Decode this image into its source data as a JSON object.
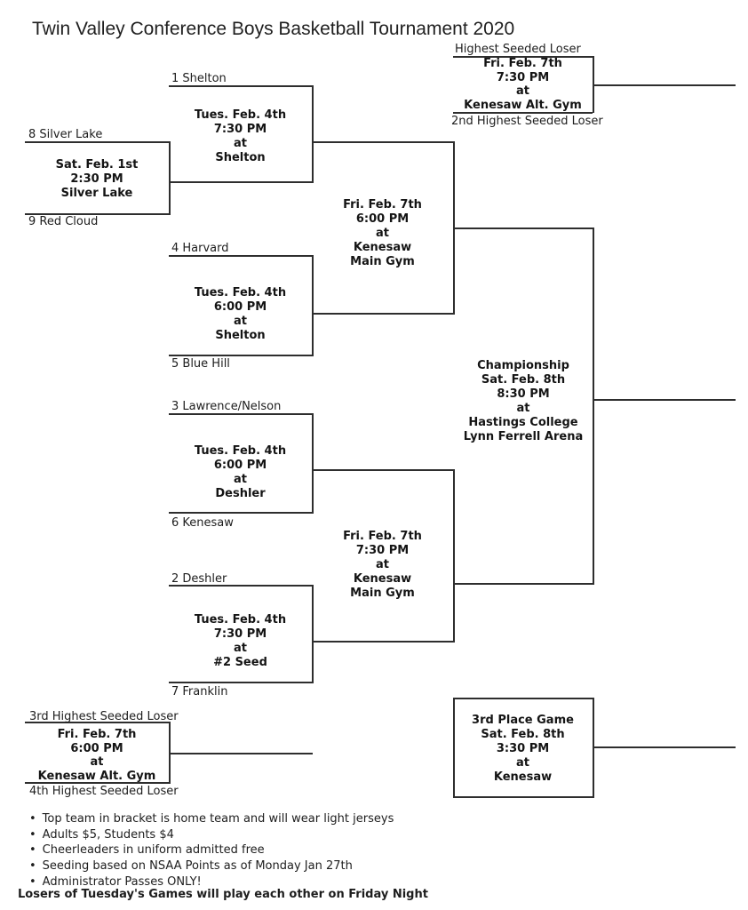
{
  "title": "Twin Valley Conference Boys Basketball Tournament 2020",
  "games": {
    "playin": {
      "top_label": "8 Silver Lake",
      "bottom_label": "9 Red Cloud",
      "lines": [
        "Sat. Feb. 1st",
        "2:30 PM",
        "Silver Lake"
      ]
    },
    "qf1": {
      "top_label": "1 Shelton",
      "lines": [
        "Tues. Feb. 4th",
        "7:30 PM",
        "at",
        "Shelton"
      ]
    },
    "qf2": {
      "top_label": "4 Harvard",
      "bottom_label": "5 Blue Hill",
      "lines": [
        "Tues. Feb. 4th",
        "6:00 PM",
        "at",
        "Shelton"
      ]
    },
    "qf3": {
      "top_label": "3 Lawrence/Nelson",
      "bottom_label": "6 Kenesaw",
      "lines": [
        "Tues. Feb. 4th",
        "6:00 PM",
        "at",
        "Deshler"
      ]
    },
    "qf4": {
      "top_label": "2 Deshler",
      "bottom_label": "7 Franklin",
      "lines": [
        "Tues. Feb. 4th",
        "7:30 PM",
        "at",
        "#2 Seed"
      ]
    },
    "sf1": {
      "lines": [
        "Fri. Feb. 7th",
        "6:00 PM",
        "at",
        "Kenesaw",
        "Main Gym"
      ]
    },
    "sf2": {
      "lines": [
        "Fri. Feb. 7th",
        "7:30 PM",
        "at",
        "Kenesaw",
        "Main Gym"
      ]
    },
    "championship": {
      "lines": [
        "Championship",
        "Sat. Feb. 8th",
        "8:30 PM",
        "at",
        "Hastings College",
        "Lynn Ferrell Arena"
      ]
    },
    "cons_top": {
      "top_label": "Highest Seeded Loser",
      "bottom_label": "2nd Highest Seeded Loser",
      "lines": [
        "Fri. Feb. 7th",
        "7:30 PM",
        "at",
        "Kenesaw Alt. Gym"
      ]
    },
    "cons_bottom": {
      "top_label": "3rd Highest Seeded Loser",
      "bottom_label": "4th Highest Seeded Loser",
      "lines": [
        "Fri. Feb. 7th",
        "6:00 PM",
        "at",
        "Kenesaw Alt. Gym"
      ]
    },
    "third_place": {
      "lines": [
        "3rd Place Game",
        "Sat. Feb. 8th",
        "3:30 PM",
        "at",
        "Kenesaw"
      ]
    }
  },
  "notes": {
    "bullet": "•",
    "items": [
      "Top team in bracket is home team and will wear light jerseys",
      "Adults $5, Students $4",
      "Cheerleaders in uniform admitted free",
      "Seeding based on NSAA Points as of Monday Jan 27th",
      "Administrator Passes ONLY!"
    ],
    "footer": "Losers of Tuesday's Games will play each other on Friday Night"
  },
  "colors": {
    "background": "#ffffff",
    "text": "#1d1d1d",
    "line": "#2e2e2e"
  }
}
